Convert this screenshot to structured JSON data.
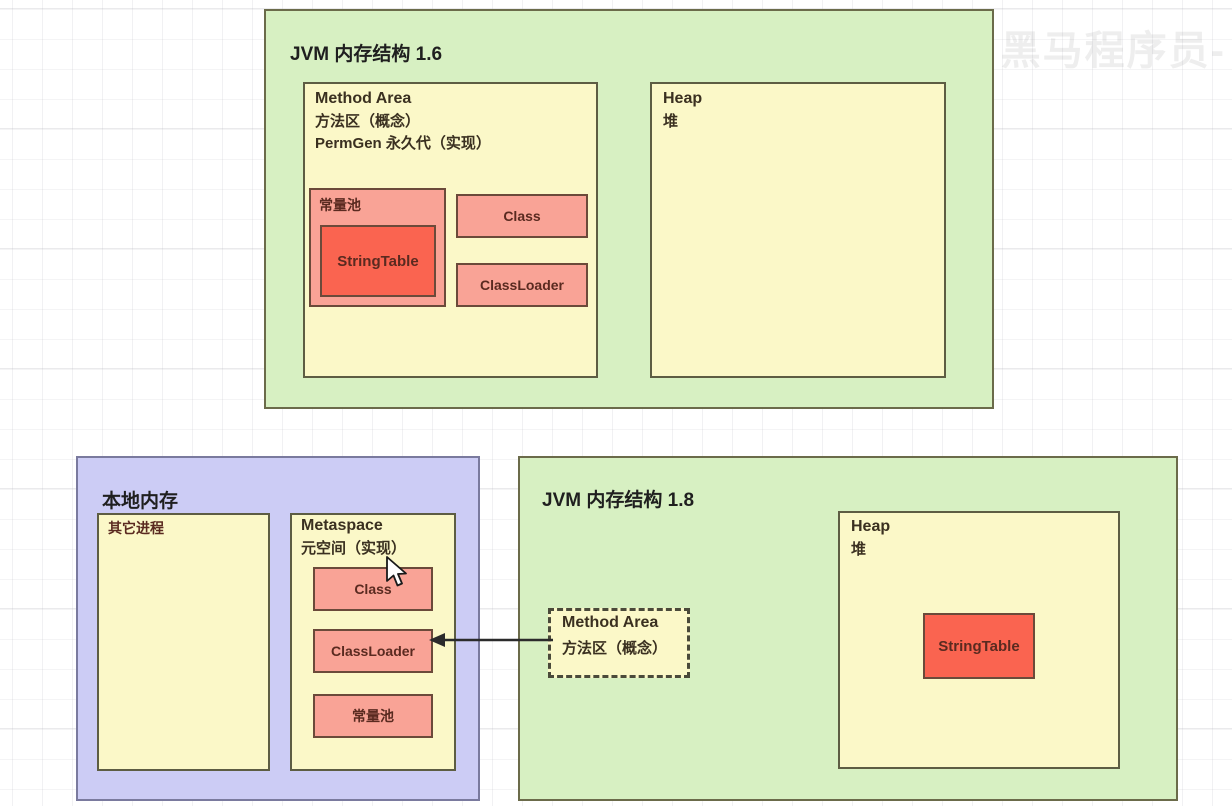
{
  "watermark": {
    "text": "黑马程序员-"
  },
  "jvm16": {
    "title": "JVM 内存结构 1.6",
    "method_area": {
      "title": "Method Area",
      "sub1": "方法区（概念）",
      "sub2": "PermGen 永久代（实现）",
      "constant_pool_label": "常量池",
      "string_table_label": "StringTable",
      "class_label": "Class",
      "classloader_label": "ClassLoader"
    },
    "heap": {
      "title": "Heap",
      "sub": "堆"
    }
  },
  "native_memory": {
    "title": "本地内存",
    "other_process_label": "其它进程",
    "metaspace": {
      "title": "Metaspace",
      "sub": "元空间（实现）",
      "items": [
        "Class",
        "ClassLoader",
        "常量池"
      ]
    }
  },
  "jvm18": {
    "title": "JVM 内存结构 1.8",
    "method_area_concept": {
      "title": "Method Area",
      "sub": "方法区（概念）"
    },
    "heap": {
      "title": "Heap",
      "sub": "堆",
      "string_table_label": "StringTable"
    }
  },
  "colors": {
    "green_panel": "#d7f0c2",
    "purple_panel": "#ccccf5",
    "yellow_box": "#fbf8c8",
    "salmon": "#f9a396",
    "red": "#fa6450",
    "border_dark": "#5d5d43"
  }
}
